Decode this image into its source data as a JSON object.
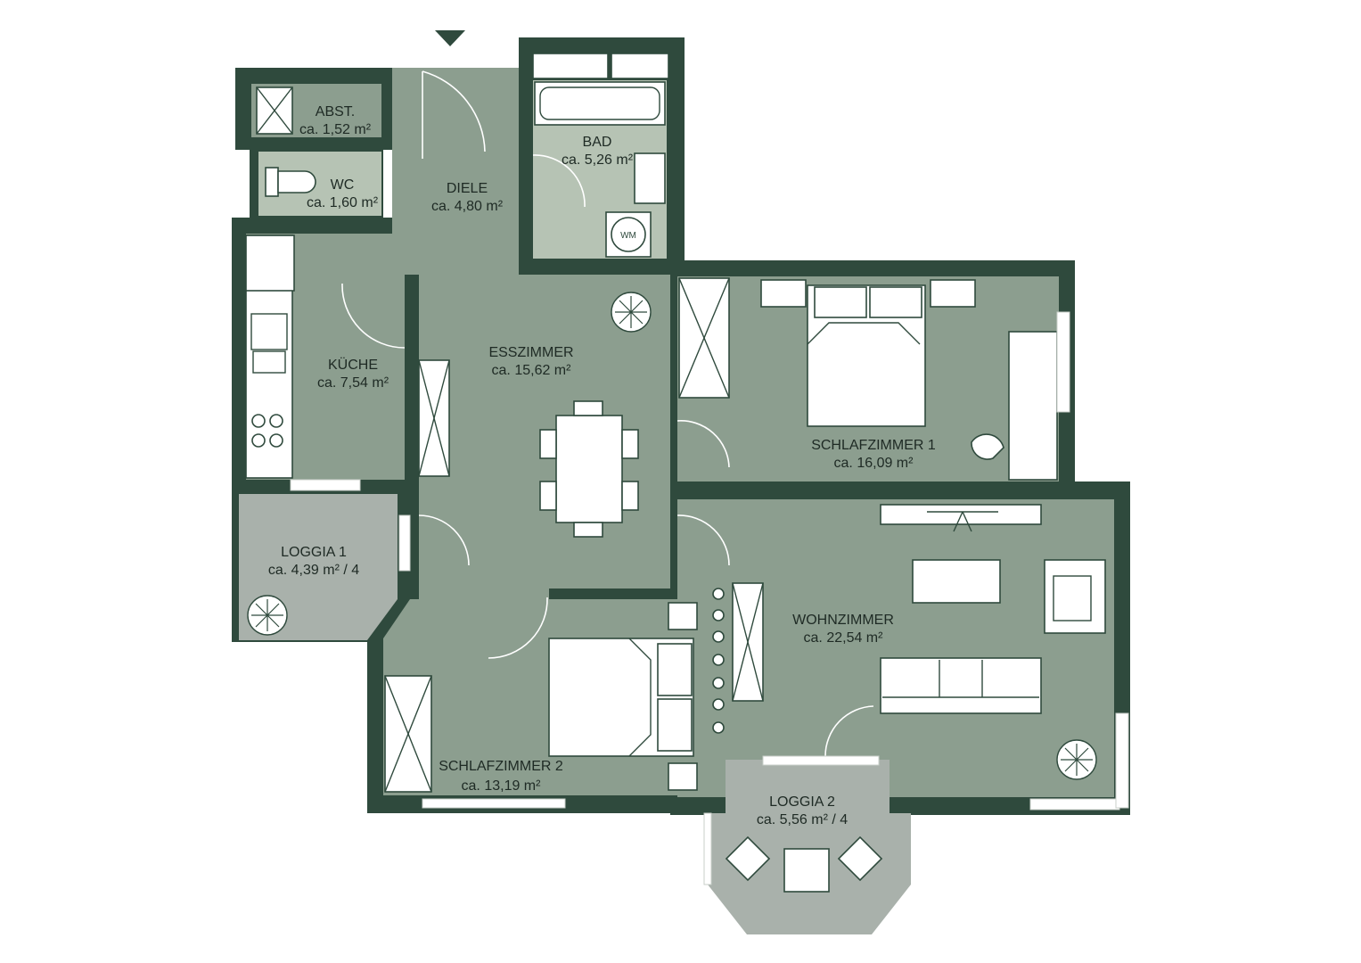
{
  "rooms": [
    {
      "name": "ABST.",
      "area": "ca. 1,52 m²"
    },
    {
      "name": "WC",
      "area": "ca. 1,60 m²"
    },
    {
      "name": "DIELE",
      "area": "ca. 4,80 m²"
    },
    {
      "name": "BAD",
      "area": "ca. 5,26 m²"
    },
    {
      "name": "KÜCHE",
      "area": "ca. 7,54 m²"
    },
    {
      "name": "ESSZIMMER",
      "area": "ca. 15,62 m²"
    },
    {
      "name": "SCHLAFZIMMER 1",
      "area": "ca. 16,09 m²"
    },
    {
      "name": "LOGGIA 1",
      "area": "ca. 4,39 m² / 4"
    },
    {
      "name": "WOHNZIMMER",
      "area": "ca. 22,54 m²"
    },
    {
      "name": "SCHLAFZIMMER 2",
      "area": "ca. 13,19 m²"
    },
    {
      "name": "LOGGIA 2",
      "area": "ca. 5,56 m² / 4"
    }
  ],
  "appliance_label": "WM",
  "colors": {
    "wall": "#2f4a3d",
    "floor": "#8c9e8f",
    "loggia": "#a9b1ab",
    "bathroom": "#b6c3b4"
  }
}
